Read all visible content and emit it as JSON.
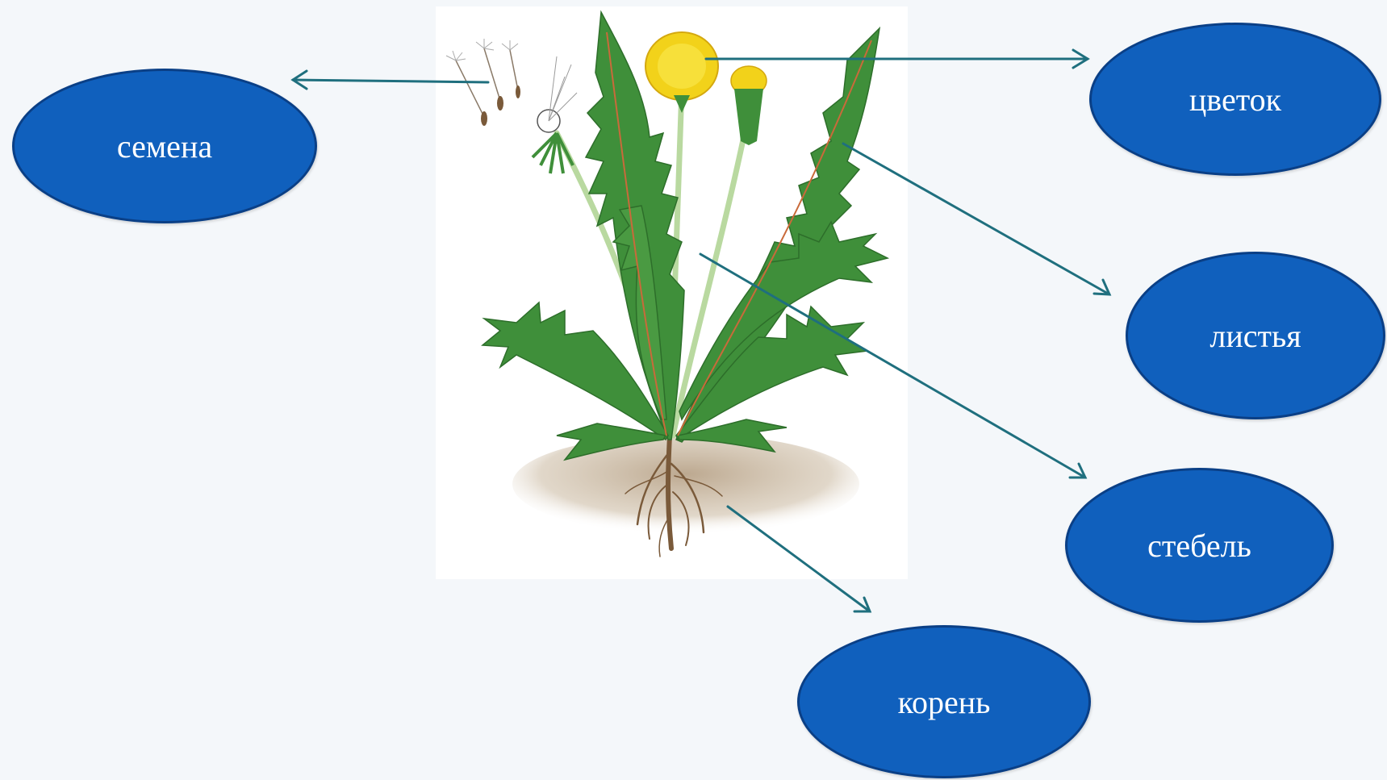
{
  "labels": {
    "seeds": "семена",
    "flower": "цветок",
    "leaves": "листья",
    "stem": "стебель",
    "root": "корень"
  },
  "colors": {
    "oval_fill": "#1060bd",
    "oval_border": "#0a3f86",
    "arrow": "#1f6f7e",
    "leaf": "#3f8f3a",
    "flower": "#f2d21a",
    "soil": "#b9a48a",
    "root": "#7a5a3a"
  }
}
